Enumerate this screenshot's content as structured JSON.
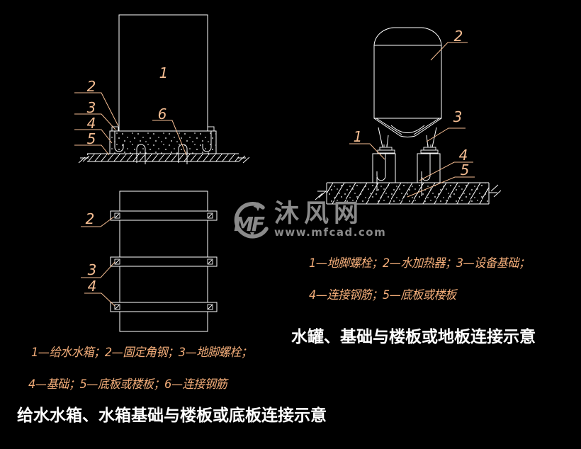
{
  "colors": {
    "background": "#000000",
    "drawing_line": "#ffffff",
    "callout": "#f5bd92",
    "legend_text": "#f3ad79",
    "title_text": "#ffffff",
    "watermark": "#8a8a8a"
  },
  "tank_figure": {
    "section_callouts": {
      "c1": "1",
      "c2": "2",
      "c3": "3",
      "c4": "4",
      "c5": "5",
      "c6": "6"
    },
    "plan_callouts": {
      "c2": "2",
      "c3": "3",
      "c4": "4"
    },
    "legend_line1": "1—给水水箱；2—固定角钢；3—地脚螺栓；",
    "legend_line2": "4—基础；5—底板或楼板；6—连接钢筋",
    "title": "给水水箱、水箱基础与楼板或底板连接示意"
  },
  "heater_figure": {
    "callouts": {
      "c1": "1",
      "c2": "2",
      "c3": "3",
      "c4": "4",
      "c5": "5"
    },
    "legend_line1": "1—地脚螺栓；2—水加热器；3—设备基础；",
    "legend_line2": "4—连接钢筋；5—底板或楼板",
    "title": "水罐、基础与楼板或地板连接示意"
  },
  "watermark": {
    "logo_text": "MF",
    "site_name": "沐风网",
    "site_url": "www.mfcad.com"
  }
}
